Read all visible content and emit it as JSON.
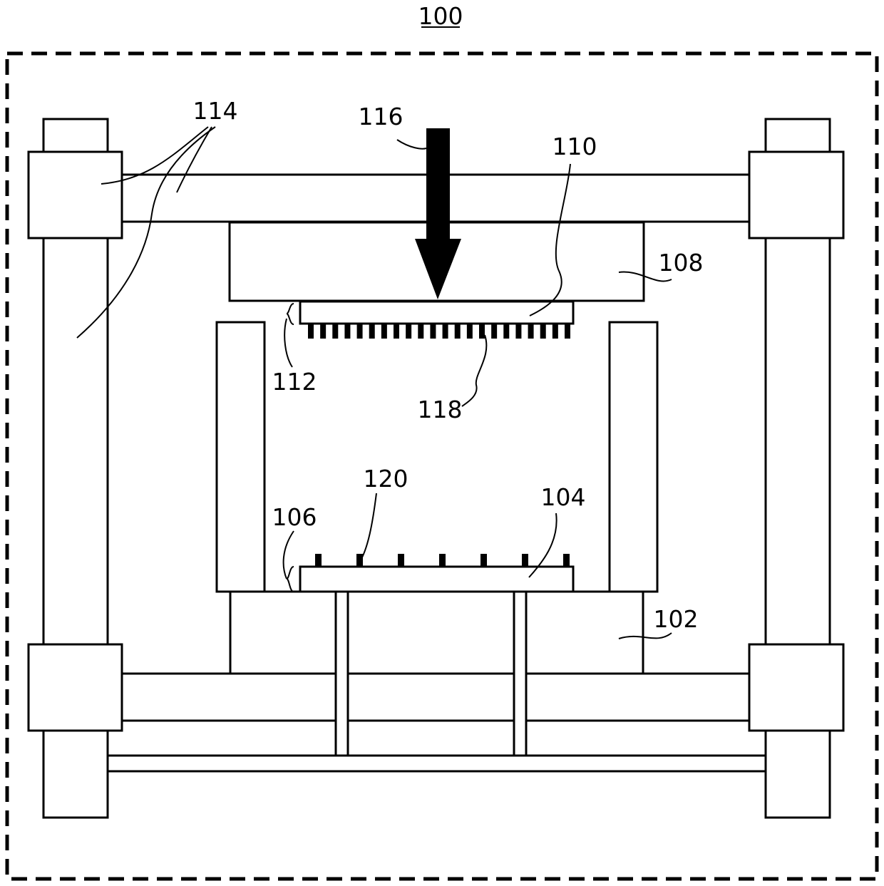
{
  "figure": {
    "title": "100",
    "colors": {
      "ink": "#000000",
      "paper": "#ffffff"
    },
    "labels": {
      "l114": "114",
      "l116": "116",
      "l110": "110",
      "l108": "108",
      "l112": "112",
      "l118": "118",
      "l120": "120",
      "l104": "104",
      "l106": "106",
      "l102": "102"
    }
  }
}
